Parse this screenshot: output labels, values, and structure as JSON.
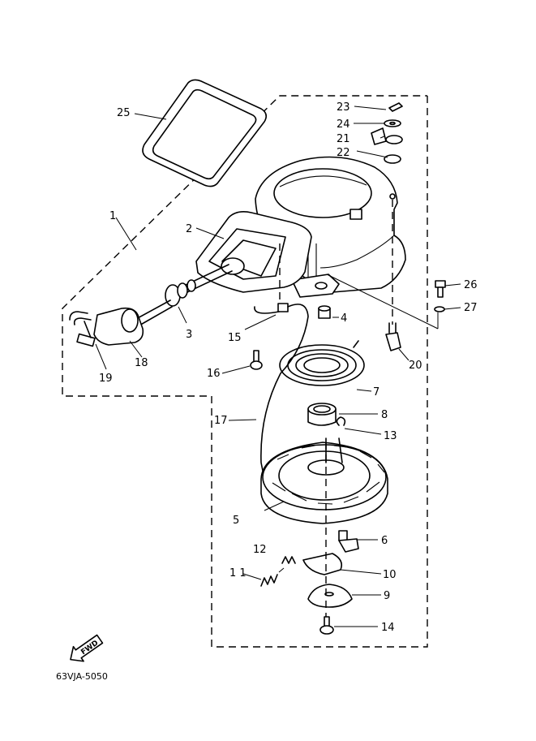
{
  "callouts": {
    "1": "1",
    "2": "2",
    "3": "3",
    "4": "4",
    "5": "5",
    "6": "6",
    "7": "7",
    "8": "8",
    "9": "9",
    "10": "10",
    "11": "1 1",
    "12": "12",
    "13": "13",
    "14": "14",
    "15": "15",
    "16": "16",
    "17": "17",
    "18": "18",
    "19": "19",
    "20": "20",
    "21": "21",
    "22": "22",
    "23": "23",
    "24": "24",
    "25": "25",
    "26": "26",
    "27": "27"
  },
  "direction_badge": "FWD",
  "drawing_ref": "63VJA-5050"
}
